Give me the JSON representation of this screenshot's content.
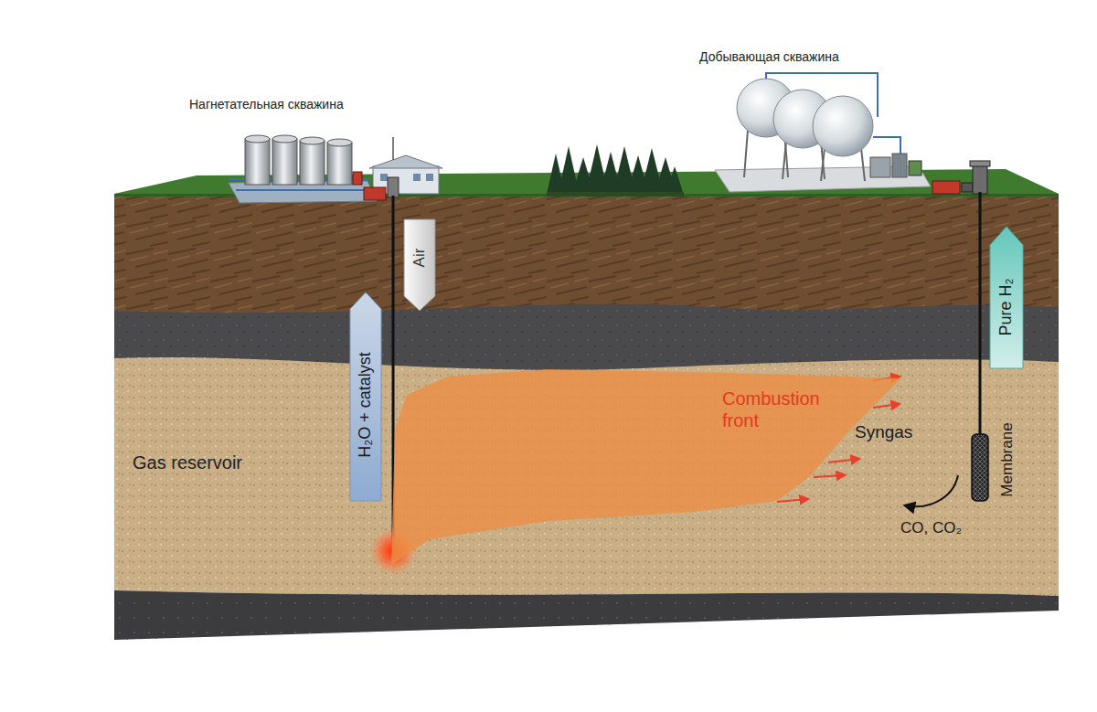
{
  "diagram": {
    "nodes": [
      {
        "text": [
          "Air"
        ]
      },
      {
        "text": [
          "H₂O + catalyst"
        ]
      },
      {
        "text": [
          "Combustion front"
        ]
      },
      {
        "text": [
          "Membrane"
        ]
      },
      {
        "text": [
          "Pure H₂"
        ]
      }
    ],
    "labels": [
      "Нагнетательная скважина",
      "Добывающая скважина",
      "Gas reservoir",
      "Syngas",
      "CO, CO₂"
    ]
  }
}
